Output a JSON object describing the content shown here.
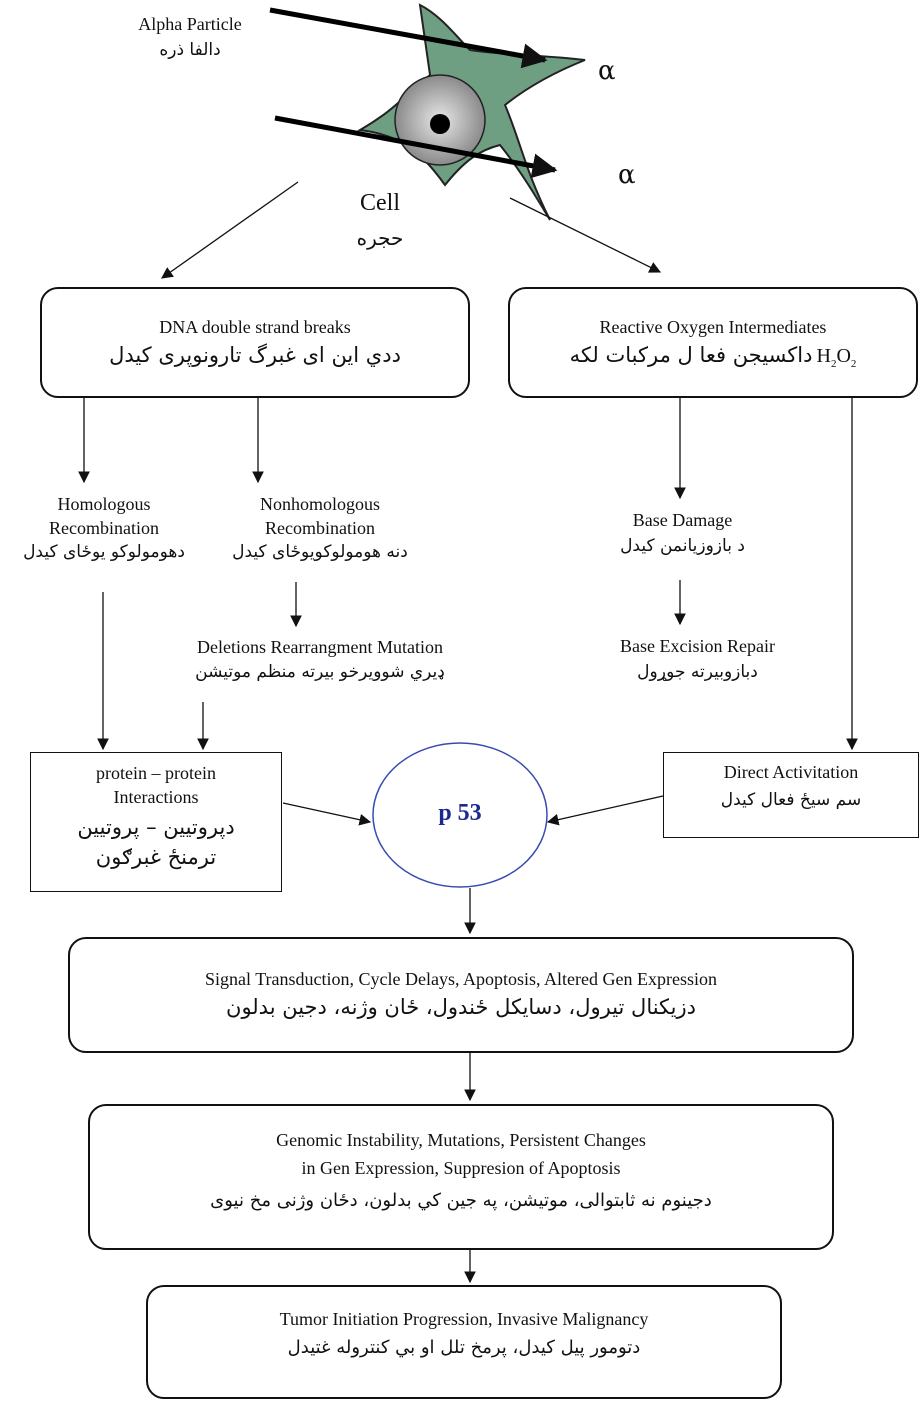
{
  "alpha_particle": {
    "en": "Alpha Particle",
    "fa": "دالفا ذره",
    "symbol_1": "α",
    "symbol_2": "α"
  },
  "cell": {
    "en": "Cell",
    "fa": "حجره",
    "color": "#6f9f82"
  },
  "dsb": {
    "en": "DNA double strand breaks",
    "fa": "ددي اين ای غبرگ تارونوپری کيدل"
  },
  "roi": {
    "en": "Reactive Oxygen Intermediates",
    "h2o2_main": "H",
    "h2o2_sub1": "2",
    "h2o2_mid": "O",
    "h2o2_sub2": "2",
    "fa": "داکسيجن فعا ل مرکبات لکه"
  },
  "homologous": {
    "en_1": "Homologous",
    "en_2": "Recombination",
    "fa": "دهومولوکو يوځای کيدل"
  },
  "nonhomologous": {
    "en_1": "Nonhomologous",
    "en_2": "Recombination",
    "fa": "دنه هومولوکويوځای کيدل"
  },
  "deletions": {
    "en": "Deletions Rearrangment Mutation",
    "fa": "ډيري شوويرخو بيرته منظم موتيشن"
  },
  "base_damage": {
    "en": "Base Damage",
    "fa": "د بازوزيانمن کيدل"
  },
  "ber": {
    "en": "Base Excision  Repair",
    "fa": "دبازوبيرته جوړول"
  },
  "ppi": {
    "en_1": "protein – protein",
    "en_2": "Interactions",
    "fa_1": "دپروتيين – پروتيين",
    "fa_2": "ترمنځ غبرګون"
  },
  "p53": {
    "label": "p 53",
    "circle_color": "#3a4bb0",
    "text_color": "#1b2a8c"
  },
  "direct": {
    "en": "Direct Activitation",
    "fa": "سم سيځ فعال کيدل"
  },
  "signal": {
    "en": "Signal Transduction, Cycle Delays, Apoptosis, Altered Gen Expression",
    "fa": "دزيکنال تيرول، دسايکل ځندول، ځان وژنه، دجين بدلون"
  },
  "genomic": {
    "en_1": "Genomic Instability, Mutations, Persistent Changes",
    "en_2": "in Gen Expression, Suppresion of Apoptosis",
    "fa": "دجينوم نه ثابتوالی،  موتيشن،  په جين کي بدلون،  دځان وژنی مخ نيوی"
  },
  "tumor": {
    "en": "Tumor Initiation Progression, Invasive Malignancy",
    "fa": "دتومور پيل کيدل،  پرمخ تلل  او بي کنترولە غتيدل"
  }
}
